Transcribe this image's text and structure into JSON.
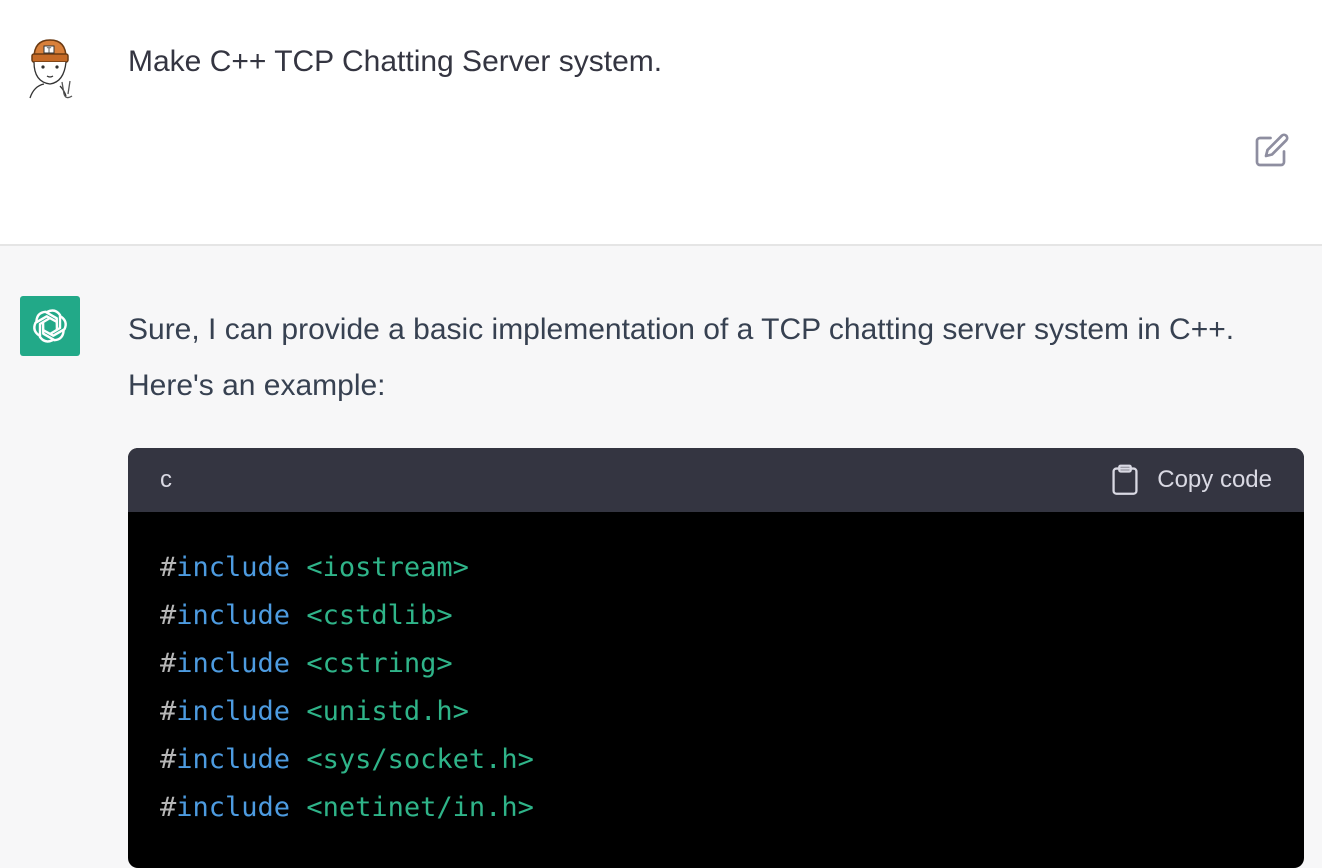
{
  "user_message": {
    "text": "Make C++ TCP Chatting Server system.",
    "avatar_icon": "user-avatar-cartoon",
    "edit_icon": "edit-icon"
  },
  "assistant_message": {
    "avatar_icon": "openai-logo",
    "avatar_color": "#10a37f",
    "text": "Sure, I can provide a basic implementation of a TCP chatting server system in C++. Here's an example:",
    "code_block": {
      "language": "c",
      "copy_label": "Copy code",
      "copy_icon": "clipboard-icon",
      "lines": [
        {
          "hash": "#",
          "directive": "include",
          "target": " <iostream>"
        },
        {
          "hash": "#",
          "directive": "include",
          "target": " <cstdlib>"
        },
        {
          "hash": "#",
          "directive": "include",
          "target": " <cstring>"
        },
        {
          "hash": "#",
          "directive": "include",
          "target": " <unistd.h>"
        },
        {
          "hash": "#",
          "directive": "include",
          "target": " <sys/socket.h>"
        },
        {
          "hash": "#",
          "directive": "include",
          "target": " <netinet/in.h>"
        }
      ]
    }
  }
}
